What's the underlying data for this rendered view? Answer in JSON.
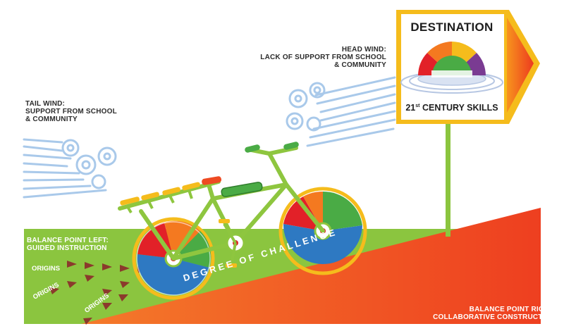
{
  "labels": {
    "tail_wind_line1": "TAIL WIND:",
    "tail_wind_line2": "SUPPORT FROM SCHOOL",
    "tail_wind_line3": "& COMMUNITY",
    "head_wind_line1": "HEAD WIND:",
    "head_wind_line2": "LACK OF SUPPORT FROM SCHOOL",
    "head_wind_line3": "& COMMUNITY",
    "balance_left_line1": "BALANCE POINT LEFT:",
    "balance_left_line2": "GUIDED INSTRUCTION",
    "balance_right_line1": "BALANCE POINT RIGHT:",
    "balance_right_line2": "COLLABORATIVE CONSTRUCTION",
    "degree_of_challenge": "DEGREE OF CHALLENGE",
    "origins": [
      "ORIGINS",
      "ORIGINS",
      "ORIGINS"
    ]
  },
  "sign": {
    "title": "DESTINATION",
    "skills_number": "21",
    "skills_suffix": "st",
    "skills_text": " CENTURY SKILLS"
  },
  "colors": {
    "ground_green": "#8bc53f",
    "ground_orange": "#ee4a22",
    "bike_frame": "#8ec63f",
    "sign_yellow": "#f5bc1c",
    "wind_blue": "#a9c9ea",
    "arrow_marks": "#8b3a2c"
  },
  "icons": [
    "tail-wind-icon",
    "head-wind-icon",
    "bicycle-icon",
    "destination-sign-icon",
    "rainbow-arc-icon"
  ]
}
